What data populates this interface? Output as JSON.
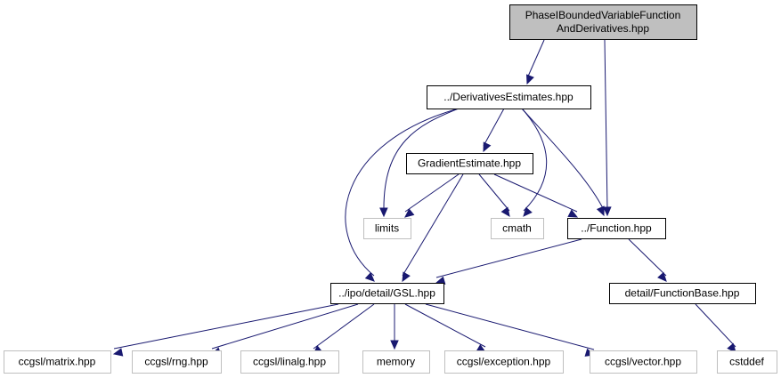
{
  "diagram": {
    "type": "include-dependency-graph",
    "colors": {
      "edge": "#191970",
      "root_fill": "#bfbfbf",
      "documented_border": "#000000",
      "external_border": "#bfbfbf"
    },
    "nodes": [
      {
        "id": "root",
        "lines": [
          "PhaseIBoundedVariableFunction",
          "AndDerivatives.hpp"
        ],
        "kind": "root"
      },
      {
        "id": "derivest",
        "lines": [
          "../DerivativesEstimates.hpp"
        ],
        "kind": "doc"
      },
      {
        "id": "gradest",
        "lines": [
          "GradientEstimate.hpp"
        ],
        "kind": "doc"
      },
      {
        "id": "limits",
        "lines": [
          "limits"
        ],
        "kind": "ext"
      },
      {
        "id": "cmath",
        "lines": [
          "cmath"
        ],
        "kind": "ext"
      },
      {
        "id": "function",
        "lines": [
          "../Function.hpp"
        ],
        "kind": "doc"
      },
      {
        "id": "gsl",
        "lines": [
          "../ipo/detail/GSL.hpp"
        ],
        "kind": "doc"
      },
      {
        "id": "funcbase",
        "lines": [
          "detail/FunctionBase.hpp"
        ],
        "kind": "doc"
      },
      {
        "id": "matrix",
        "lines": [
          "ccgsl/matrix.hpp"
        ],
        "kind": "ext"
      },
      {
        "id": "rng",
        "lines": [
          "ccgsl/rng.hpp"
        ],
        "kind": "ext"
      },
      {
        "id": "linalg",
        "lines": [
          "ccgsl/linalg.hpp"
        ],
        "kind": "ext"
      },
      {
        "id": "memory",
        "lines": [
          "memory"
        ],
        "kind": "ext"
      },
      {
        "id": "exception",
        "lines": [
          "ccgsl/exception.hpp"
        ],
        "kind": "ext"
      },
      {
        "id": "vector",
        "lines": [
          "ccgsl/vector.hpp"
        ],
        "kind": "ext"
      },
      {
        "id": "cstddef",
        "lines": [
          "cstddef"
        ],
        "kind": "ext"
      }
    ],
    "edges": [
      {
        "from": "root",
        "to": "derivest"
      },
      {
        "from": "root",
        "to": "function"
      },
      {
        "from": "derivest",
        "to": "gradest"
      },
      {
        "from": "derivest",
        "to": "limits"
      },
      {
        "from": "derivest",
        "to": "cmath"
      },
      {
        "from": "derivest",
        "to": "function"
      },
      {
        "from": "derivest",
        "to": "gsl"
      },
      {
        "from": "gradest",
        "to": "limits"
      },
      {
        "from": "gradest",
        "to": "cmath"
      },
      {
        "from": "gradest",
        "to": "function"
      },
      {
        "from": "gradest",
        "to": "gsl"
      },
      {
        "from": "function",
        "to": "gsl"
      },
      {
        "from": "function",
        "to": "funcbase"
      },
      {
        "from": "gsl",
        "to": "matrix"
      },
      {
        "from": "gsl",
        "to": "rng"
      },
      {
        "from": "gsl",
        "to": "linalg"
      },
      {
        "from": "gsl",
        "to": "memory"
      },
      {
        "from": "gsl",
        "to": "exception"
      },
      {
        "from": "gsl",
        "to": "vector"
      },
      {
        "from": "funcbase",
        "to": "cstddef"
      }
    ]
  }
}
